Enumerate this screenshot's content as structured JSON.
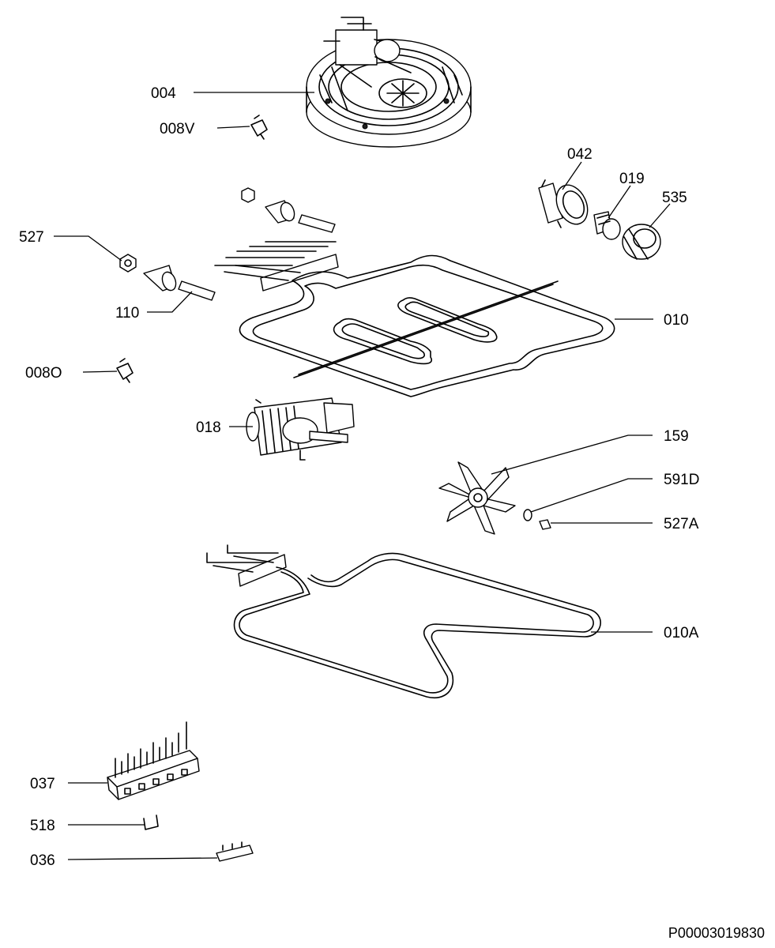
{
  "labels": {
    "l004": "004",
    "l008V": "008V",
    "l042": "042",
    "l019": "019",
    "l535": "535",
    "l527": "527",
    "l110": "110",
    "l010": "010",
    "l008O": "008O",
    "l018": "018",
    "l159": "159",
    "l591D": "591D",
    "l527A": "527A",
    "l010A": "010A",
    "l037": "037",
    "l518": "518",
    "l036": "036"
  },
  "reference_number": "P00003019830"
}
